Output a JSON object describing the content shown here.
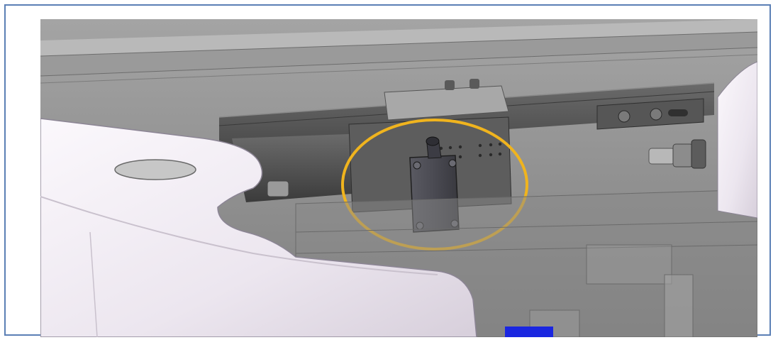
{
  "figure": {
    "highlight_color": "#f0b41e",
    "frame_color": "#5b7fb5",
    "icons": [
      "limit-switch",
      "bolt",
      "machine-housing",
      "guide-rail",
      "blue-block"
    ]
  }
}
